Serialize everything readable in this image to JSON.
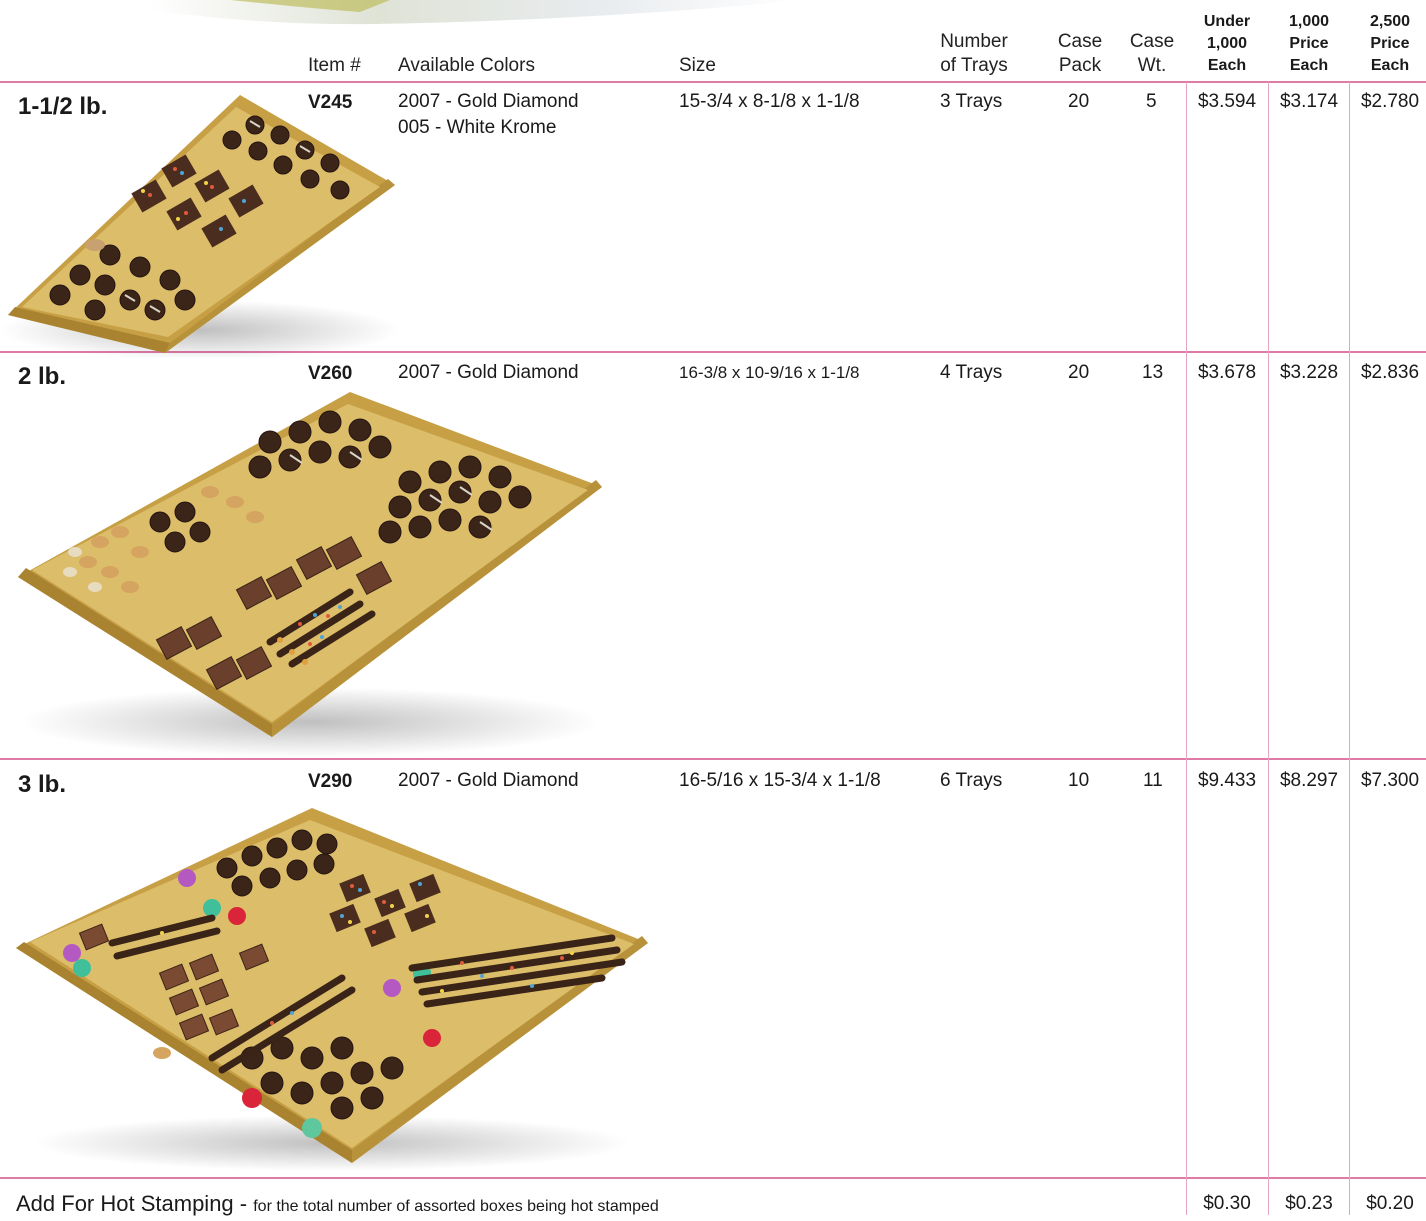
{
  "header": {
    "item": "Item #",
    "colors": "Available Colors",
    "size": "Size",
    "trays_l1": "Number",
    "trays_l2": "of Trays",
    "pack_l1": "Case",
    "pack_l2": "Pack",
    "wt_l1": "Case",
    "wt_l2": "Wt.",
    "p1_l1": "Under",
    "p1_l2": "1,000",
    "p1_l3": "Each",
    "p2_l1": "1,000",
    "p2_l2": "Price",
    "p2_l3": "Each",
    "p3_l1": "2,500",
    "p3_l2": "Price",
    "p3_l3": "Each"
  },
  "rows": [
    {
      "label": "1-1/2 lb.",
      "item": "V245",
      "colors": [
        "2007 - Gold Diamond",
        "005 - White Krome"
      ],
      "size": "15-3/4 x 8-1/8 x 1-1/8",
      "trays": "3 Trays",
      "pack": "20",
      "wt": "5",
      "p1": "$3.594",
      "p2": "$3.174",
      "p3": "$2.780"
    },
    {
      "label": "2 lb.",
      "item": "V260",
      "colors": [
        "2007 - Gold Diamond"
      ],
      "size": "16-3/8 x 10-9/16 x 1-1/8",
      "trays": "4 Trays",
      "pack": "20",
      "wt": "13",
      "p1": "$3.678",
      "p2": "$3.228",
      "p3": "$2.836"
    },
    {
      "label": "3 lb.",
      "item": "V290",
      "colors": [
        "2007 - Gold Diamond"
      ],
      "size": "16-5/16 x 15-3/4 x 1-1/8",
      "trays": "6 Trays",
      "pack": "10",
      "wt": "11",
      "p1": "$9.433",
      "p2": "$8.297",
      "p3": "$7.300"
    }
  ],
  "footer": {
    "title": "Add For Hot Stamping - ",
    "note": "for the total number of assorted boxes being hot stamped",
    "p1": "$0.30",
    "p2": "$0.23",
    "p3": "$0.20"
  },
  "colors": {
    "rule": "#e07aa6",
    "gold": "#cfa84a",
    "chocolate": "#3a2317"
  }
}
